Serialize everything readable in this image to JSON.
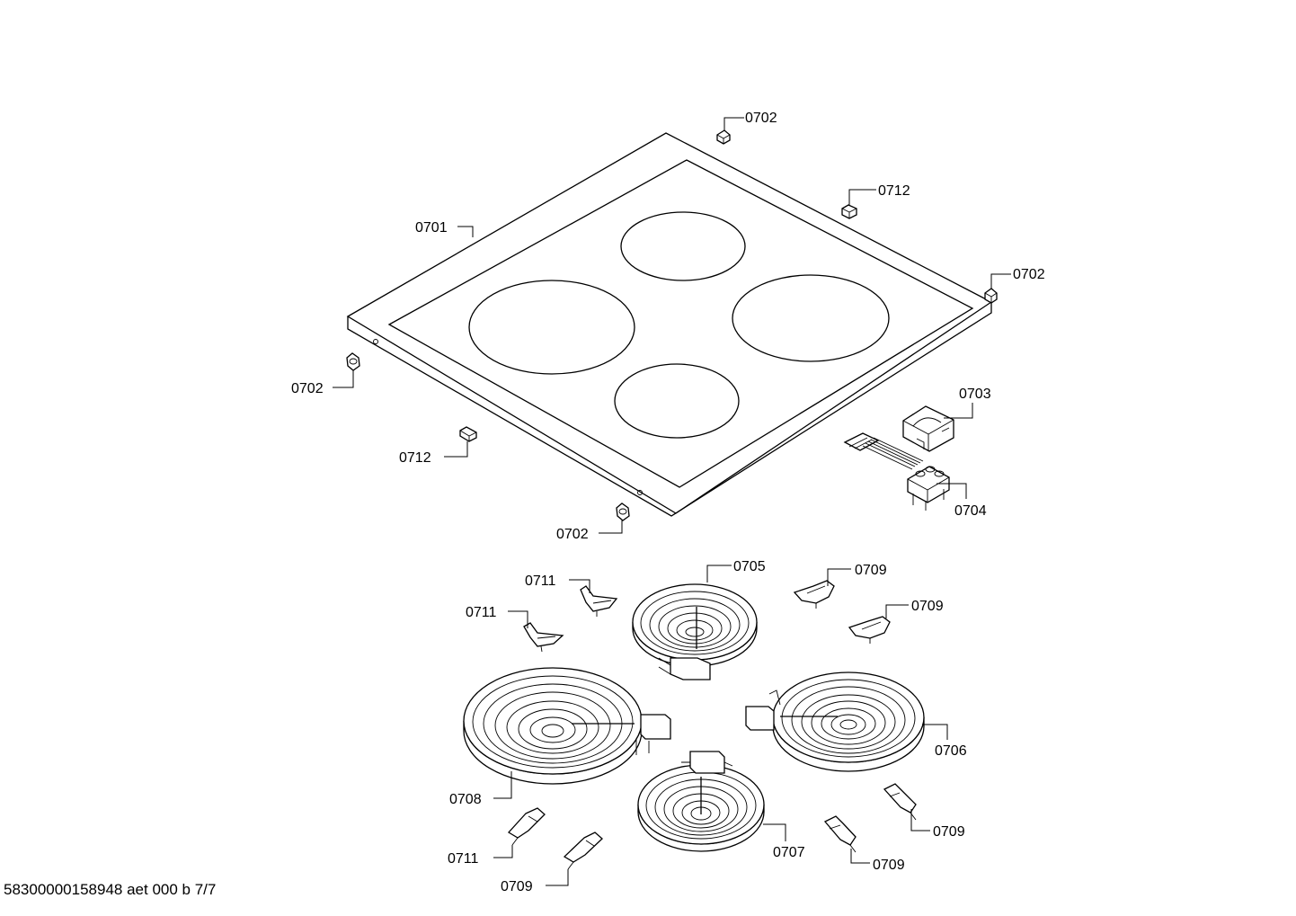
{
  "footer_text": "58300000158948 aet 000 b 7/7",
  "labels": {
    "l_0702_top": "0702",
    "l_0712_top": "0712",
    "l_0701": "0701",
    "l_0702_right": "0702",
    "l_0702_left": "0702",
    "l_0703": "0703",
    "l_0712_left": "0712",
    "l_0704": "0704",
    "l_0702_bottom": "0702",
    "l_0705": "0705",
    "l_0711_a": "0711",
    "l_0709_a": "0709",
    "l_0711_b": "0711",
    "l_0709_b": "0709",
    "l_0706": "0706",
    "l_0708": "0708",
    "l_0709_c": "0709",
    "l_0707": "0707",
    "l_0711_c": "0711",
    "l_0709_d": "0709",
    "l_0709_e": "0709"
  }
}
